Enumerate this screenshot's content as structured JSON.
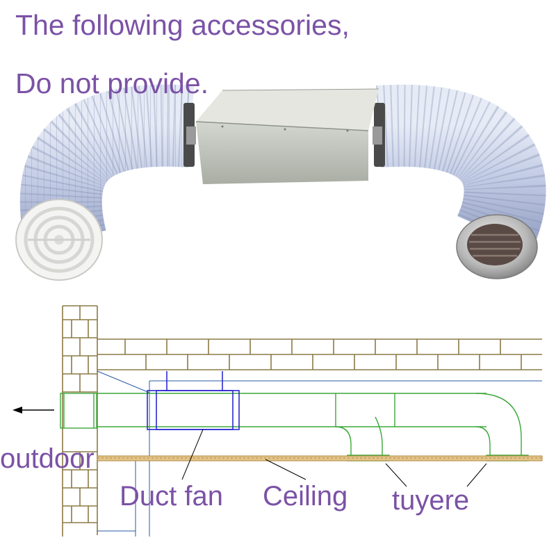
{
  "headline": {
    "line1": "The following accessories,",
    "line2": "Do not provide."
  },
  "diagram_labels": {
    "outdoor": "outdoor",
    "duct_fan": "Duct fan",
    "ceiling": "Ceiling",
    "tuyere": "tuyere"
  },
  "colors": {
    "text_purple": "#7b52a6",
    "brick_line": "#8a7a45",
    "duct_green": "#3aa83a",
    "fan_blue": "#2a2ad0",
    "hose_blue": "#c4cde6",
    "box_grey": "#c8cbc4"
  }
}
